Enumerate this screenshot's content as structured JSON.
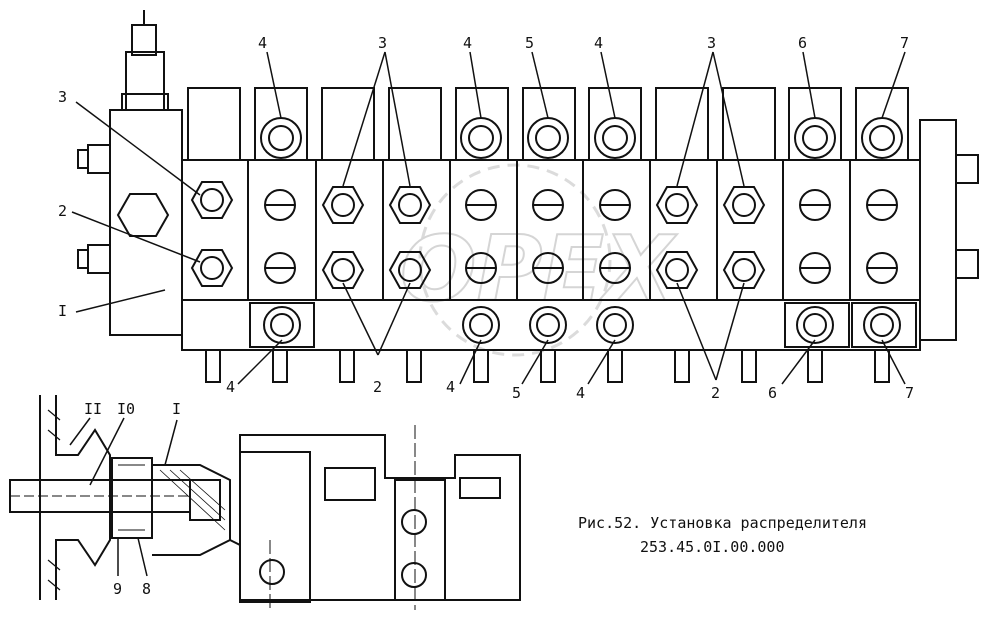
{
  "caption": {
    "line1": "Рис.52. Установка распределителя",
    "line2": "253.45.0I.00.000"
  },
  "labels": {
    "top_3_left": "3",
    "top_4a": "4",
    "top_3_mid": "3",
    "top_4b": "4",
    "top_5": "5",
    "top_4c": "4",
    "top_3_right": "3",
    "top_6": "6",
    "top_7": "7",
    "left_3": "3",
    "left_2": "2",
    "left_I": "I",
    "bot_4a": "4",
    "bot_2a": "2",
    "bot_4b": "4",
    "bot_5": "5",
    "bot_4c": "4",
    "bot_2b": "2",
    "bot_6": "6",
    "bot_7": "7",
    "det_II": "II",
    "det_10": "I0",
    "det_I": "I",
    "det_9": "9",
    "det_8": "8"
  },
  "watermark": "OPEX"
}
